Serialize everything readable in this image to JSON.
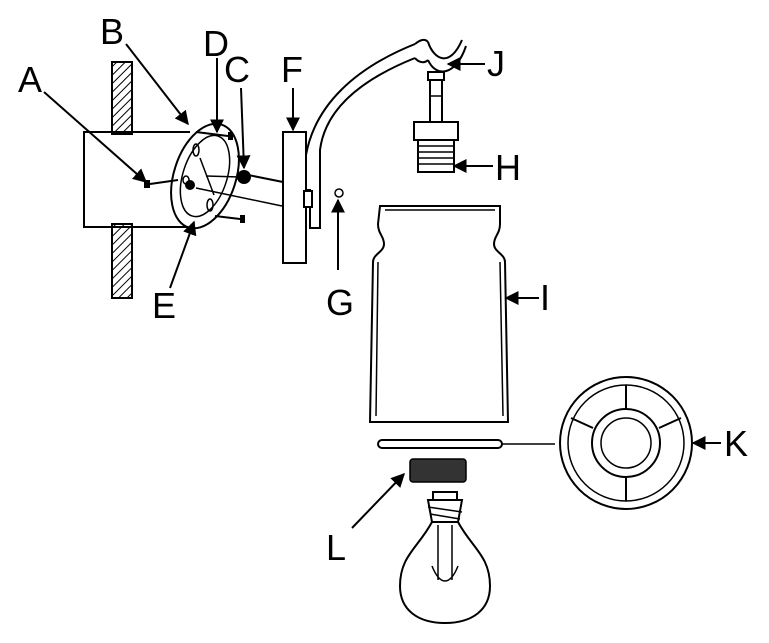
{
  "diagram": {
    "labels": {
      "a": "A",
      "b": "B",
      "c": "C",
      "d": "D",
      "e": "E",
      "f": "F",
      "g": "G",
      "h": "H",
      "i": "I",
      "j": "J",
      "k": "K",
      "l": "L"
    }
  }
}
